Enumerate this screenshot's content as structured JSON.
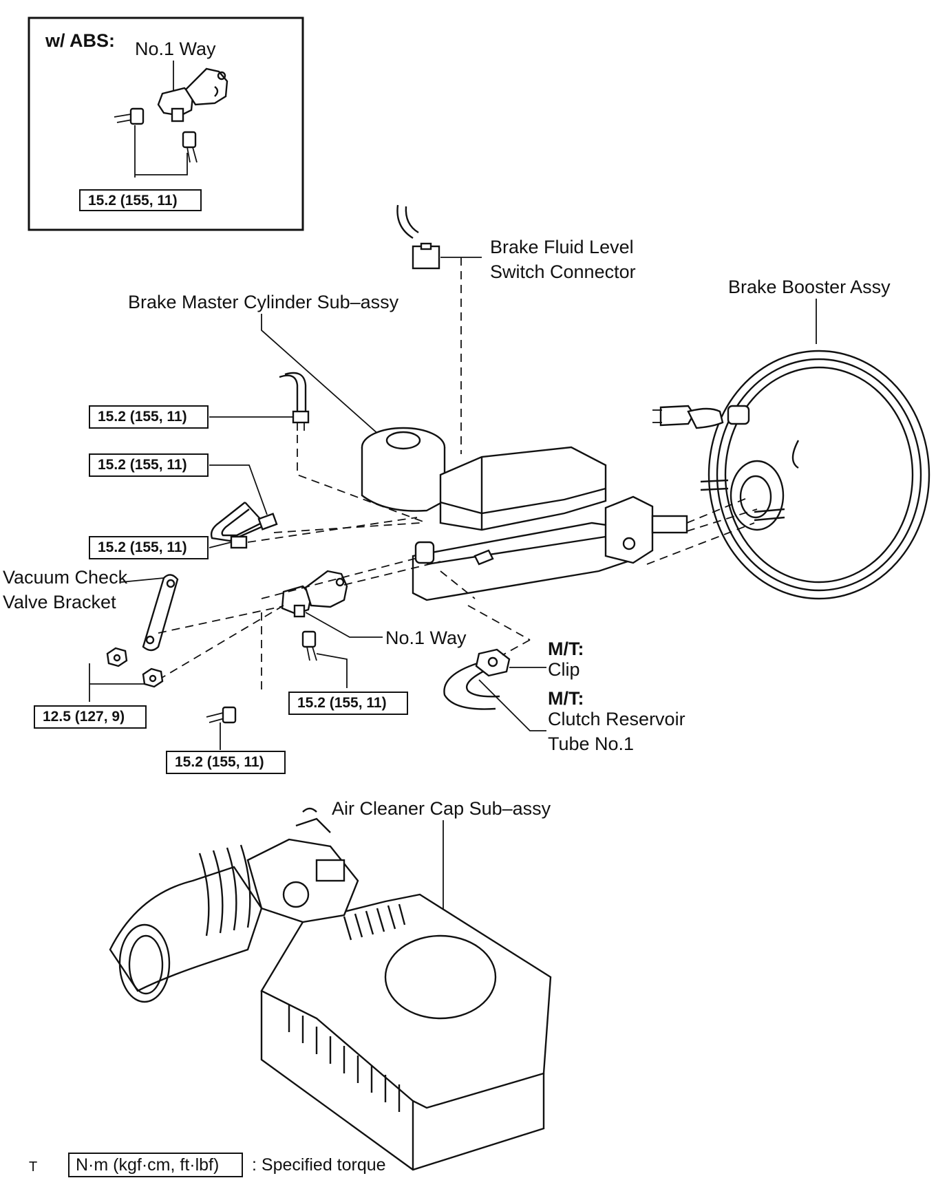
{
  "inset": {
    "heading": "w/ ABS:",
    "part_label": "No.1 Way",
    "torque": "15.2 (155, 11)"
  },
  "labels": {
    "brake_fluid_level_switch_connector_line1": "Brake Fluid Level",
    "brake_fluid_level_switch_connector_line2": "Switch Connector",
    "brake_booster_assy": "Brake Booster Assy",
    "brake_master_cylinder_sub_assy": "Brake Master Cylinder Sub–assy",
    "vacuum_check_valve_bracket_line1": "Vacuum Check",
    "vacuum_check_valve_bracket_line2": "Valve Bracket",
    "no1_way": "No.1 Way",
    "mt_clip_prefix": "M/T:",
    "mt_clip": "Clip",
    "mt_clutch_prefix": "M/T:",
    "mt_clutch_line1": "Clutch Reservoir",
    "mt_clutch_line2": "Tube No.1",
    "air_cleaner_cap_sub_assy": "Air Cleaner Cap Sub–assy"
  },
  "torques": {
    "t1": "15.2 (155, 11)",
    "t2": "15.2 (155, 11)",
    "t3": "15.2 (155, 11)",
    "t4": "15.2 (155, 11)",
    "t5": "12.5 (127, 9)",
    "t6": "15.2 (155, 11)"
  },
  "legend": {
    "symbol": "T",
    "unit": "N·m (kgf·cm, ft·lbf)",
    "description": ": Specified torque"
  }
}
